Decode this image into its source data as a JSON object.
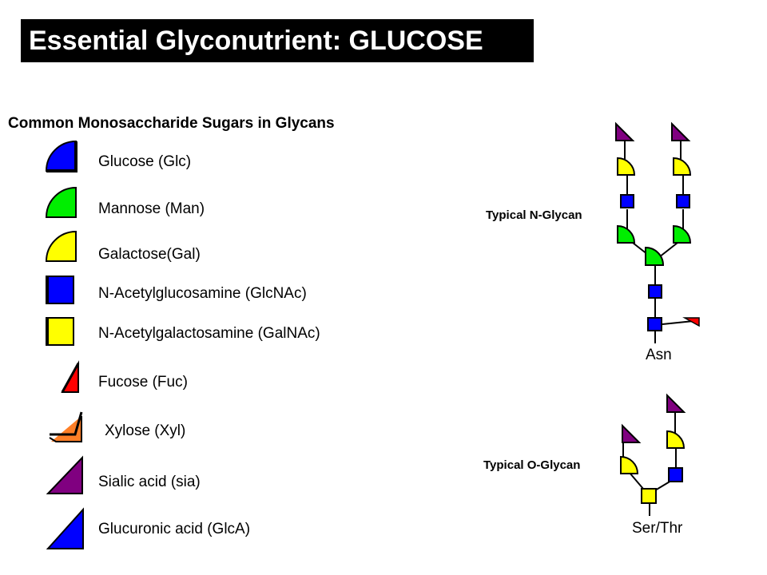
{
  "slide": {
    "title": "Essential Glyconutrient: GLUCOSE",
    "legend_heading": "Common Monosaccharide Sugars in Glycans"
  },
  "legend": [
    {
      "label": "Glucose (Glc)",
      "icon": "glucose-icon",
      "color": "#0000ff"
    },
    {
      "label": "Mannose (Man)",
      "icon": "mannose-icon",
      "color": "#00ee00"
    },
    {
      "label": "Galactose(Gal)",
      "icon": "galactose-icon",
      "color": "#ffff00"
    },
    {
      "label": "N-Acetylglucosamine (GlcNAc)",
      "icon": "glcnac-icon",
      "color": "#0000ff"
    },
    {
      "label": "N-Acetylgalactosamine (GalNAc)",
      "icon": "galnac-icon",
      "color": "#ffff00"
    },
    {
      "label": "Fucose (Fuc)",
      "icon": "fucose-icon",
      "color": "#ff0000"
    },
    {
      "label": "Xylose (Xyl)",
      "icon": "xylose-icon",
      "color": "#ff7f27"
    },
    {
      "label": "Sialic acid (sia)",
      "icon": "sialic-acid-icon",
      "color": "#800080"
    },
    {
      "label": "Glucuronic acid (GlcA)",
      "icon": "glucuronic-acid-icon",
      "color": "#0000ff"
    }
  ],
  "n_glycan": {
    "label": "Typical N-Glycan",
    "site": "Asn"
  },
  "o_glycan": {
    "label": "Typical O-Glycan",
    "site": "Ser/Thr"
  }
}
